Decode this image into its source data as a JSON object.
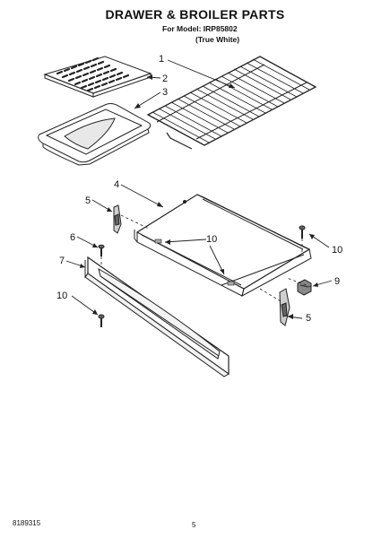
{
  "header": {
    "title": "DRAWER & BROILER PARTS",
    "model_line": "For Model: IRP85802",
    "variant_line": "(True White)"
  },
  "callouts": [
    {
      "number": "1",
      "part": "oven-rack"
    },
    {
      "number": "2",
      "part": "broiler-grid"
    },
    {
      "number": "3",
      "part": "broiler-pan"
    },
    {
      "number": "4",
      "part": "drawer-body"
    },
    {
      "number": "5",
      "part": "drawer-slide-left"
    },
    {
      "number": "6",
      "part": "panel-screw"
    },
    {
      "number": "7",
      "part": "drawer-front-panel"
    },
    {
      "number": "10",
      "part": "screws-drawer"
    },
    {
      "number": "10",
      "part": "screw-right"
    },
    {
      "number": "9",
      "part": "slide-bracket"
    },
    {
      "number": "5",
      "part": "drawer-slide-right"
    },
    {
      "number": "10",
      "part": "screw-lower-left"
    }
  ],
  "footer": {
    "doc_number": "8189315",
    "page_number": "5"
  }
}
